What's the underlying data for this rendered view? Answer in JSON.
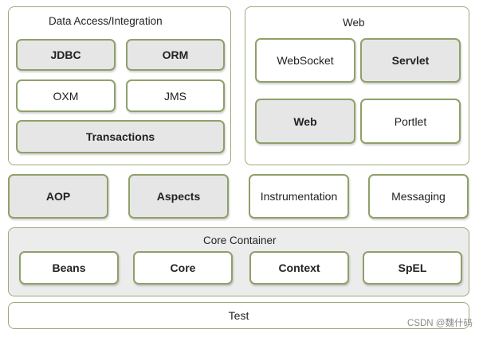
{
  "data_access": {
    "title": "Data Access/Integration",
    "jdbc": "JDBC",
    "orm": "ORM",
    "oxm": "OXM",
    "jms": "JMS",
    "transactions": "Transactions"
  },
  "web": {
    "title": "Web",
    "websocket": "WebSocket",
    "servlet": "Servlet",
    "web": "Web",
    "portlet": "Portlet"
  },
  "middle": {
    "aop": "AOP",
    "aspects": "Aspects",
    "instrumentation": "Instrumentation",
    "messaging": "Messaging"
  },
  "core_container": {
    "title": "Core Container",
    "beans": "Beans",
    "core": "Core",
    "context": "Context",
    "spel": "SpEL"
  },
  "test": {
    "label": "Test"
  },
  "watermark": "CSDN @魏什码"
}
